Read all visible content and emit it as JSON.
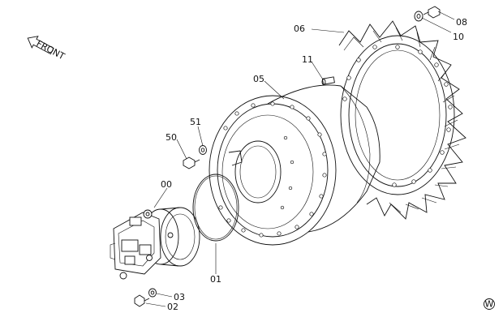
{
  "direction_arrow": {
    "label": "FRONT"
  },
  "watermark": {
    "symbol": "W"
  },
  "parts": [
    {
      "id": "part-08",
      "label": "08"
    },
    {
      "id": "part-10",
      "label": "10"
    },
    {
      "id": "part-06",
      "label": "06"
    },
    {
      "id": "part-11",
      "label": "11"
    },
    {
      "id": "part-05",
      "label": "05"
    },
    {
      "id": "part-51",
      "label": "51"
    },
    {
      "id": "part-50",
      "label": "50"
    },
    {
      "id": "part-00",
      "label": "00"
    },
    {
      "id": "part-01",
      "label": "01"
    },
    {
      "id": "part-03",
      "label": "03"
    },
    {
      "id": "part-02",
      "label": "02"
    }
  ]
}
